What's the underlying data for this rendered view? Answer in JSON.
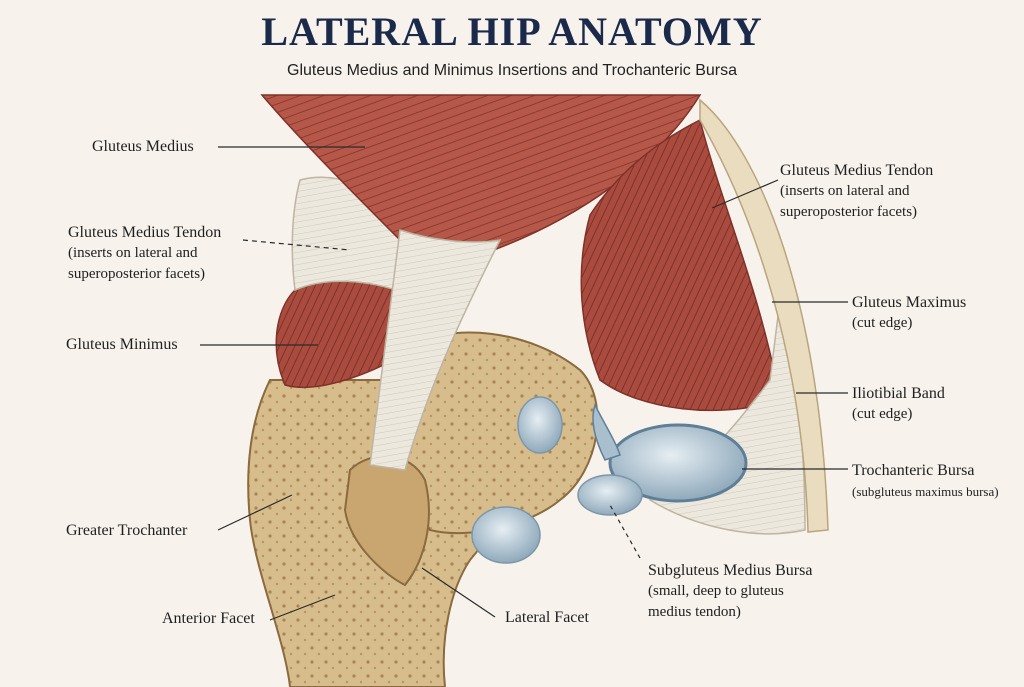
{
  "header": {
    "title": "LATERAL HIP ANATOMY",
    "subtitle": "Gluteus Medius and Minimus Insertions and Trochanteric Bursa"
  },
  "labels": {
    "gluteus_medius": "Gluteus Medius",
    "gmed_tendon_left": {
      "title": "Gluteus Medius Tendon",
      "line1": "(inserts on lateral and",
      "line2": "superoposterior facets)"
    },
    "gluteus_minimus": "Gluteus Minimus",
    "greater_trochanter": "Greater Trochanter",
    "anterior_facet": "Anterior Facet",
    "lateral_facet": "Lateral Facet",
    "gmed_tendon_right": {
      "title": "Gluteus Medius Tendon",
      "line1": "(inserts on lateral and",
      "line2": "superoposterior facets)"
    },
    "gluteus_maximus": {
      "title": "Gluteus Maximus",
      "line1": "(cut edge)"
    },
    "iliotibial_band": {
      "title": "Iliotibial Band",
      "line1": "(cut edge)"
    },
    "trochanteric_bursa": {
      "title": "Trochanteric Bursa",
      "line1": "(subgluteus maximus bursa)"
    },
    "subgluteus_medius_bursa": {
      "title": "Subgluteus Medius Bursa",
      "line1": "(small, deep to gluteus",
      "line2": "medius tendon)"
    }
  },
  "colors": {
    "muscle": "#b5584a",
    "muscle_dark": "#8e3a30",
    "tendon": "#ece8de",
    "bone": "#d8bd8c",
    "bone_dark": "#b59562",
    "bursa": "#b9ccd8",
    "title": "#1b2a4a"
  }
}
